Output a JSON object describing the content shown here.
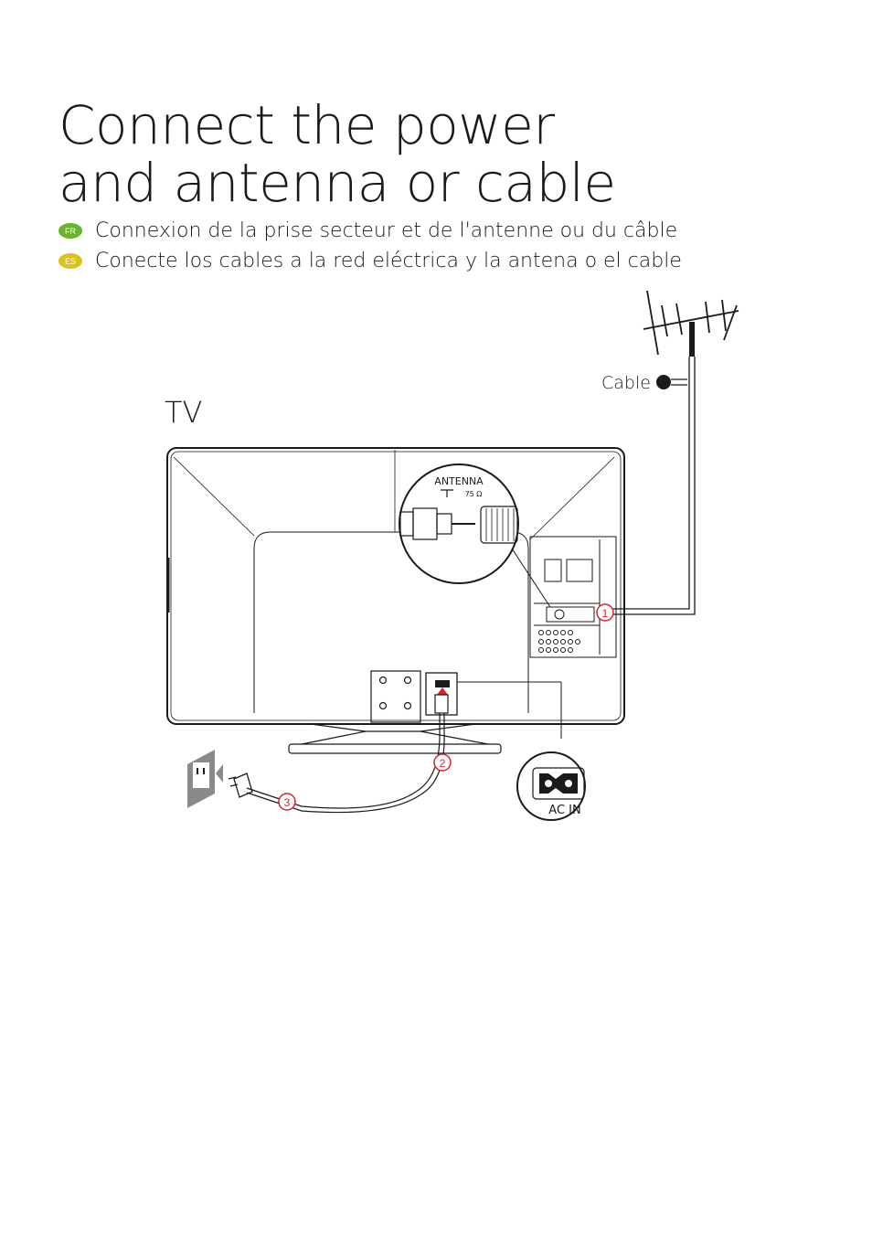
{
  "page": {
    "title_line1": "Connect the power",
    "title_line2": "and antenna or cable"
  },
  "subtitles": [
    {
      "lang": "FR",
      "color": "#6ab52e",
      "text": "Connexion de la prise secteur et de l'antenne ou du câble"
    },
    {
      "lang": "ES",
      "color": "#d9c11e",
      "text": "Conecte los cables a la red eléctrica y la antena o el cable"
    }
  ],
  "diagram": {
    "tv_label": "TV",
    "cable_label": "Cable",
    "antenna_port_label": "ANTENNA",
    "antenna_impedance": "75 Ω",
    "ac_in_label": "AC IN",
    "steps": [
      "1",
      "2",
      "3"
    ],
    "step_color": "#d6242b"
  }
}
